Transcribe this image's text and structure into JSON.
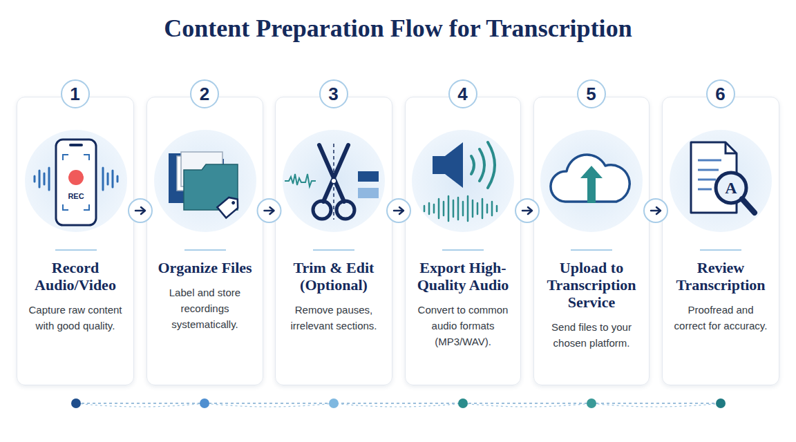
{
  "diagram": {
    "title": "Content Preparation Flow for Transcription",
    "nodes": [
      {
        "text": [
          "1",
          "Record Audio/Video",
          "Capture raw content with good quality."
        ]
      },
      {
        "text": [
          "2",
          "Organize Files",
          "Label and store recordings systematically."
        ]
      },
      {
        "text": [
          "3",
          "Trim & Edit (Optional)",
          "Remove pauses, irrelevant sections."
        ]
      },
      {
        "text": [
          "4",
          "Export High-Quality Audio",
          "Convert to common audio formats (MP3/WAV)."
        ]
      },
      {
        "text": [
          "5",
          "Upload to Transcription Service",
          "Send files to your chosen platform."
        ]
      },
      {
        "text": [
          "6",
          "Review Transcription",
          "Proofread and correct for accuracy."
        ]
      }
    ],
    "edges": [
      {
        "from": 0,
        "to": 1,
        "arrow": "to"
      },
      {
        "from": 1,
        "to": 2,
        "arrow": "to"
      },
      {
        "from": 2,
        "to": 3,
        "arrow": "to"
      },
      {
        "from": 3,
        "to": 4,
        "arrow": "to"
      },
      {
        "from": 4,
        "to": 5,
        "arrow": "to"
      }
    ],
    "labels": [
      "REC",
      "A"
    ]
  }
}
